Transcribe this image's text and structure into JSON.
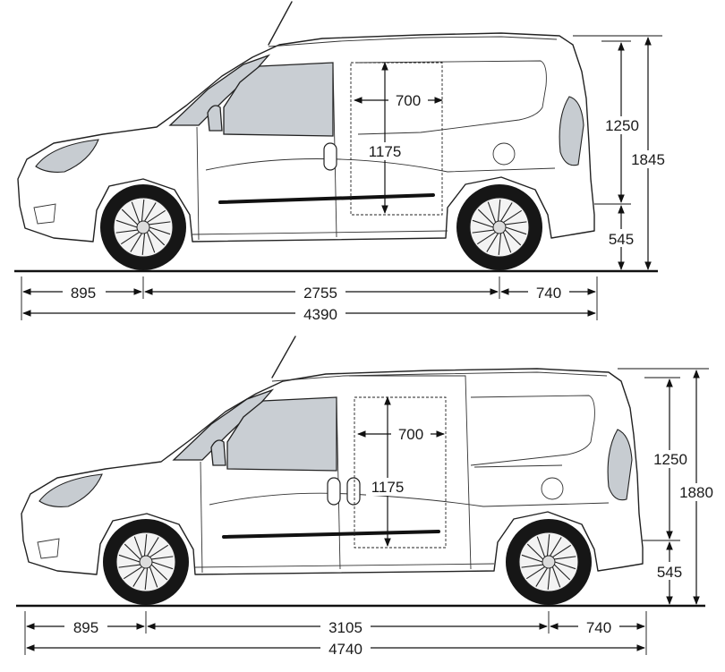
{
  "vans": [
    {
      "id": "short",
      "front_overhang": "895",
      "wheelbase": "2755",
      "rear_overhang": "740",
      "overall_length": "4390",
      "cargo_width": "700",
      "cargo_height": "1175",
      "roof_height": "1250",
      "overall_height": "1845",
      "load_height": "545"
    },
    {
      "id": "long",
      "front_overhang": "895",
      "wheelbase": "3105",
      "rear_overhang": "740",
      "overall_length": "4740",
      "cargo_width": "700",
      "cargo_height": "1175",
      "roof_height": "1250",
      "overall_height": "1880",
      "load_height": "545"
    }
  ],
  "colors": {
    "line": "#222222",
    "glass": "#c9ced3",
    "tyre": "#161616"
  }
}
